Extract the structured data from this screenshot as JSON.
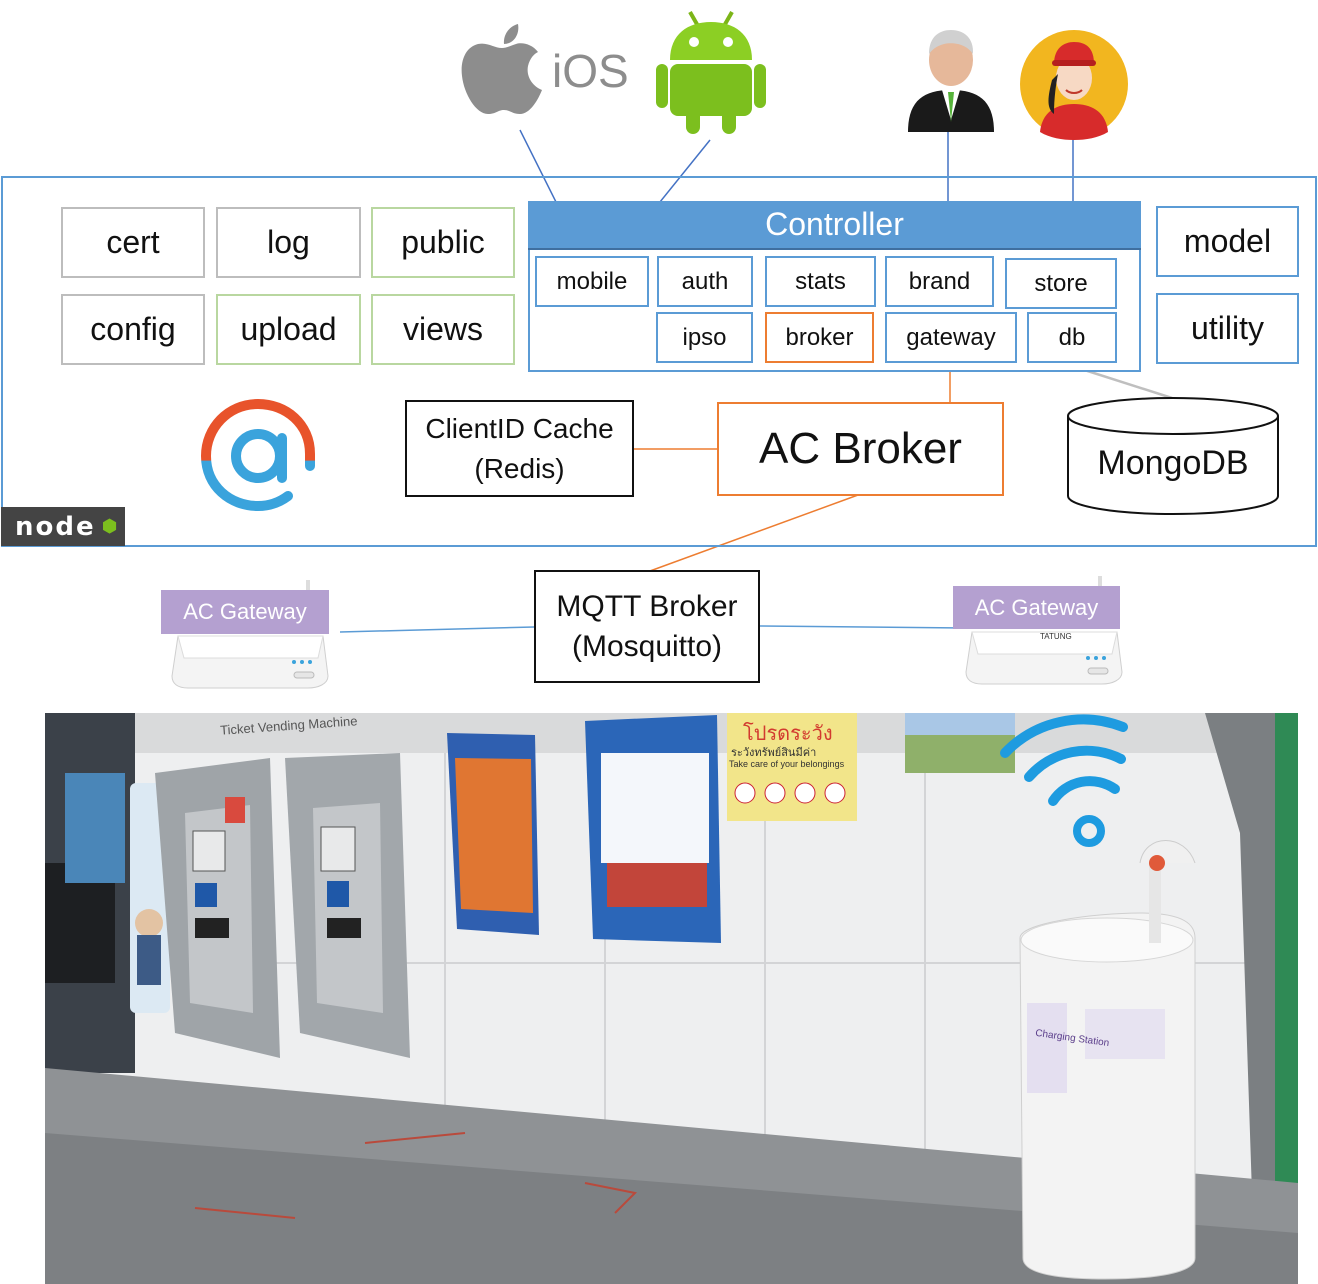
{
  "top_icons": {
    "ios_label": "iOS",
    "android": "android-icon",
    "brand_user": "businessman-icon",
    "store_user": "store-staff-icon"
  },
  "server": {
    "folders": [
      "cert",
      "log",
      "public",
      "config",
      "upload",
      "views"
    ],
    "right_modules": [
      "model",
      "utility"
    ],
    "controller_title": "Controller",
    "controller_row1": [
      "mobile",
      "auth",
      "stats",
      "brand",
      "store"
    ],
    "controller_row2": [
      "ipso",
      "broker",
      "gateway",
      "db"
    ],
    "cache_label": "ClientID Cache\n(Redis)",
    "ac_broker": "AC Broker",
    "mongodb": "MongoDB",
    "node_badge": "node"
  },
  "network": {
    "mqtt_label": "MQTT Broker\n(Mosquitto)",
    "gateway_left": "AC Gateway",
    "gateway_right": "AC Gateway",
    "device_brand": "TATUNG"
  },
  "photo": {
    "sign_ticket": "Ticket Vending Machine",
    "sign_warning": "โปรดระวัง",
    "sign_warning_sub": "ระวังทรัพย์สินมีค่า",
    "sign_warning_en": "Take care of your belongings",
    "station_label": "Charging Station",
    "wifi": "wifi-icon"
  },
  "colors": {
    "blue": "#5b9bd5",
    "orange": "#ed7d31",
    "green": "#b9d7a0",
    "purple": "#b4a0d0",
    "wifi": "#1e9be0"
  }
}
